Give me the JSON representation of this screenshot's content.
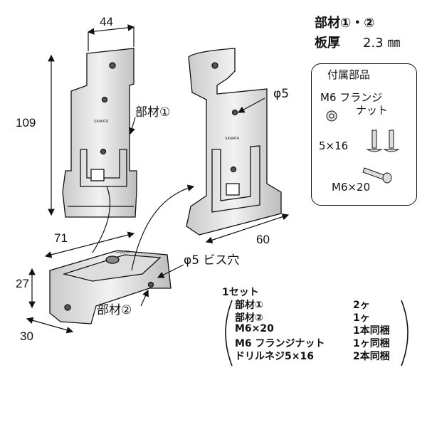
{
  "spec": {
    "parts": "部材①・②",
    "thickness_label": "板厚",
    "thickness_value": "2.3 ㎜"
  },
  "accessories": {
    "title": "付属部品",
    "nut_line1": "M6 フランジ",
    "nut_line2": "ナット",
    "screw_label": "5×16",
    "bolt_label": "M6×20"
  },
  "dimensions": {
    "width_top": "44",
    "height": "109",
    "depth_left": "71",
    "depth_right": "60",
    "height_small": "27",
    "width_small": "30"
  },
  "labels": {
    "part1": "部材①",
    "part2": "部材②",
    "hole1": "φ5",
    "hole2": "φ5 ビス穴",
    "stamp": "SAWATA"
  },
  "set_list": {
    "title": "1セット",
    "items": [
      {
        "name": "部材①",
        "qty": "2ヶ"
      },
      {
        "name": "部材②",
        "qty": "1ヶ"
      },
      {
        "name": "M6×20",
        "qty": "1本同梱"
      },
      {
        "name": "M6 フランジナット",
        "qty": "1ヶ同梱"
      },
      {
        "name": "ドリルネジ5×16",
        "qty": "2本同梱"
      }
    ]
  }
}
